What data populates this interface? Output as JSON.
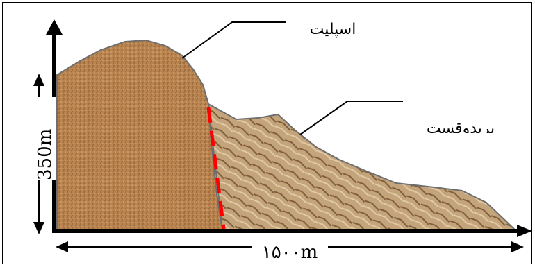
{
  "labels": {
    "upper_material": "اسپلیت",
    "lower_material": "بریدوقست",
    "height": "350m",
    "width": "۱۵۰۰m"
  },
  "colors": {
    "left_body": "#b7834f",
    "right_body": "#c1a078",
    "fault_line": "#ff0000",
    "axis": "#000000"
  }
}
